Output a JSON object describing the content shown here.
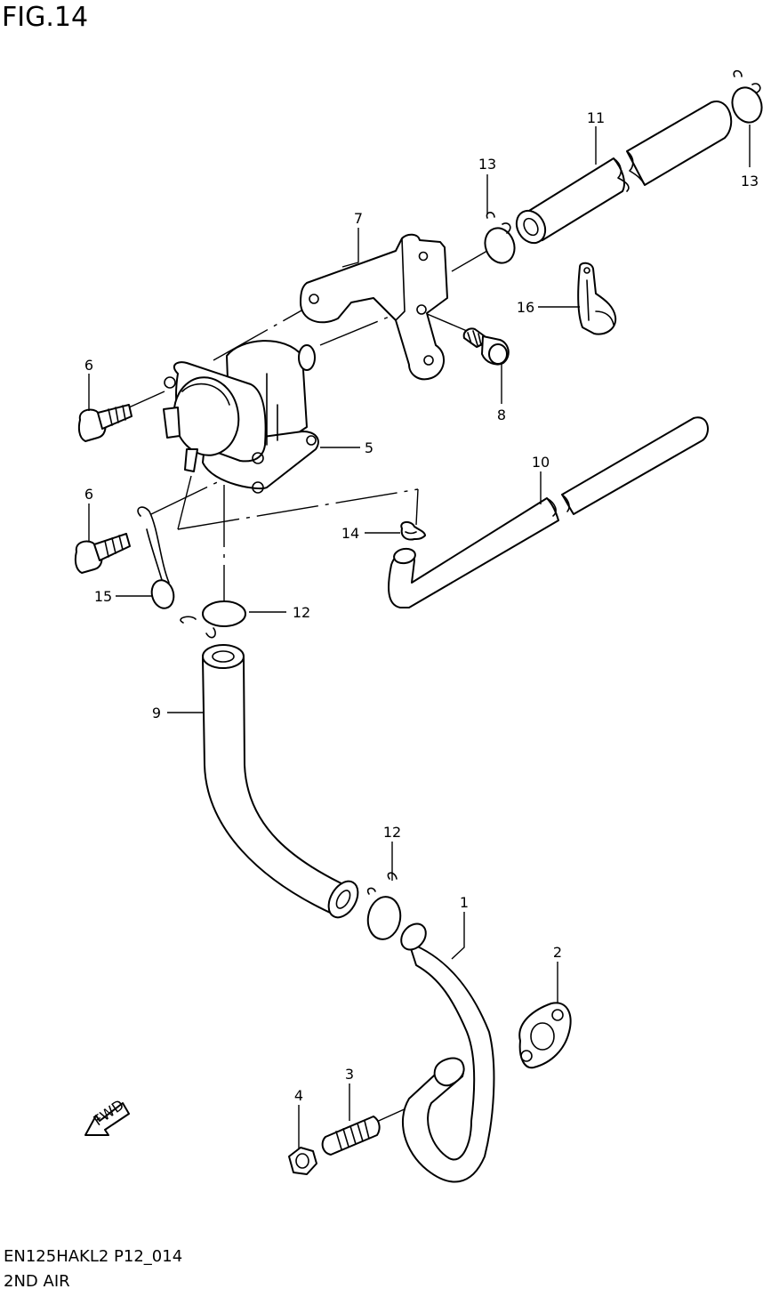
{
  "figure": {
    "title": "FIG.14",
    "code": "EN125HAKL2 P12_014",
    "caption": "2ND AIR",
    "fwd_label": "FWD"
  },
  "callouts": {
    "c1": "1",
    "c2": "2",
    "c3": "3",
    "c4": "4",
    "c5": "5",
    "c6a": "6",
    "c6b": "6",
    "c7": "7",
    "c8": "8",
    "c9": "9",
    "c10": "10",
    "c11": "11",
    "c12a": "12",
    "c12b": "12",
    "c13a": "13",
    "c13b": "13",
    "c14": "14",
    "c15": "15",
    "c16": "16"
  }
}
